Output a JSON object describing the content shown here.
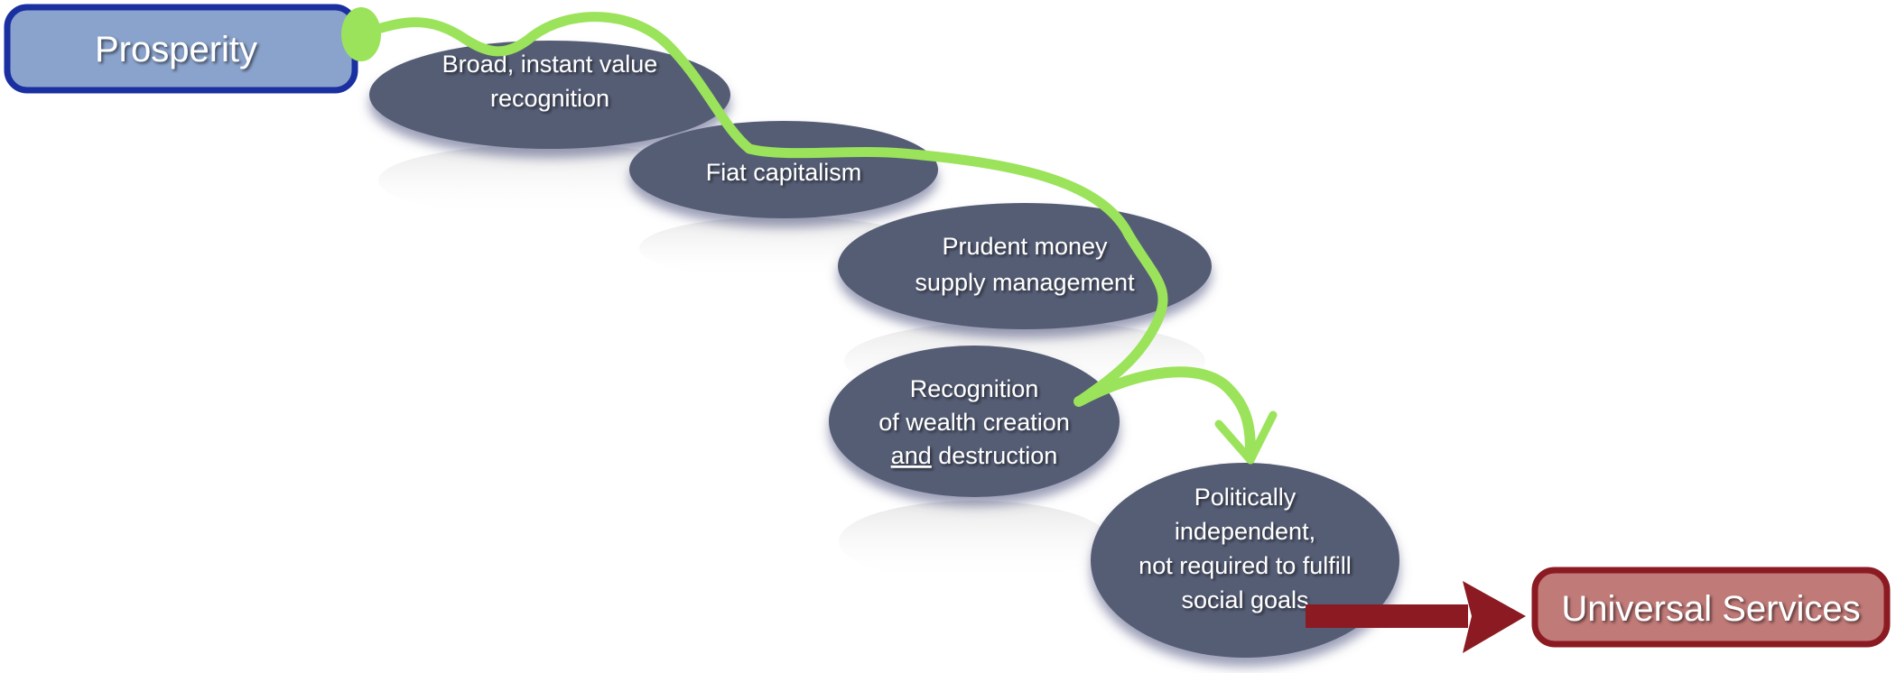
{
  "start": {
    "label": "Prosperity"
  },
  "end": {
    "label": "Universal Services"
  },
  "steps": [
    {
      "lines": [
        "Broad, instant value",
        "recognition"
      ]
    },
    {
      "lines": [
        "Fiat capitalism"
      ]
    },
    {
      "lines": [
        "Prudent money",
        "supply management"
      ]
    },
    {
      "lines": [
        "Recognition",
        "of wealth creation",
        "and",
        "destruction"
      ]
    },
    {
      "lines": [
        "Politically",
        "independent,",
        "not required to fulfill",
        "social goals"
      ]
    }
  ],
  "colors": {
    "start": "#8aa3cc",
    "start_border": "#1a2fa0",
    "end": "#c07a78",
    "end_border": "#8b1a22",
    "node": "#555d75",
    "path": "#9be35a",
    "arrow": "#8b1a22"
  }
}
